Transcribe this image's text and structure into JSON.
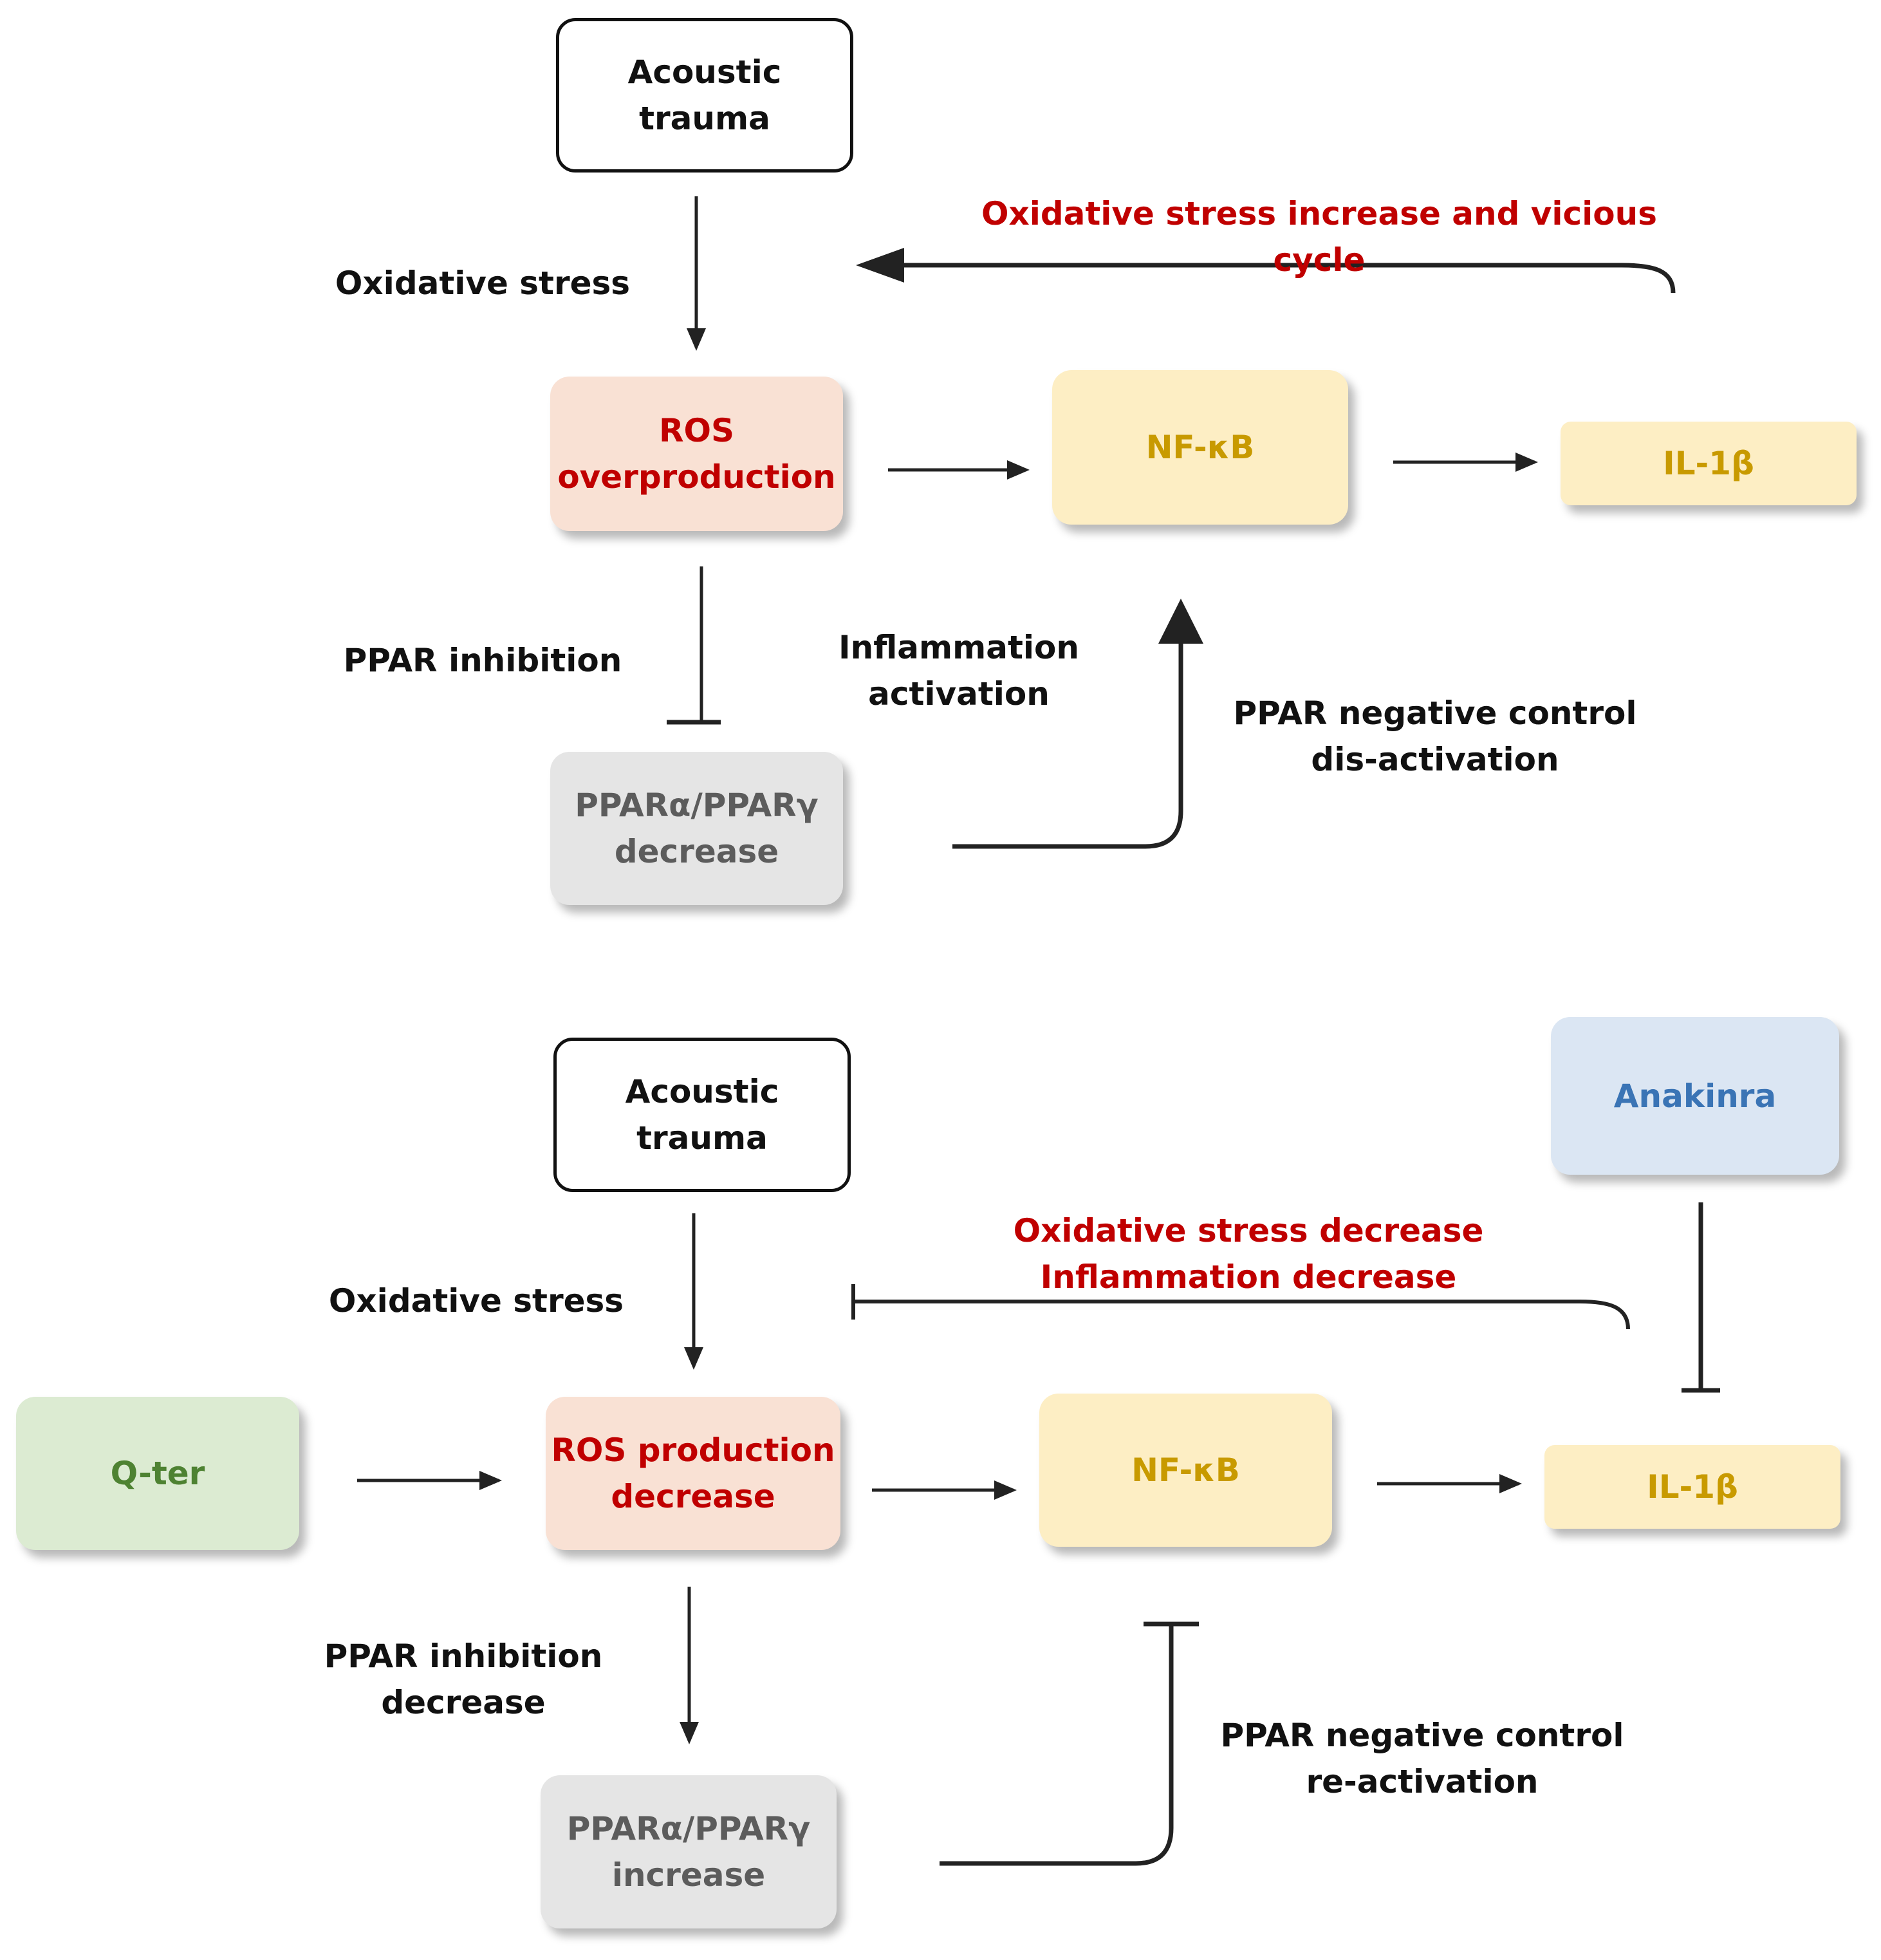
{
  "colors": {
    "arrow": "#222222",
    "red_text": "#c00000",
    "ros_fill": "#f9e1d4",
    "nf_fill": "#fdeec4",
    "nf_text": "#c89a00",
    "ppar_fill": "#e5e5e5",
    "ppar_text": "#5c5c5c",
    "qter_fill": "#dcebd2",
    "qter_text": "#4e8232",
    "anakinra_fill": "#dbe6f3",
    "anakinra_text": "#3a74b5"
  },
  "top": {
    "trauma": "Acoustic\ntrauma",
    "oxidative_stress": "Oxidative stress",
    "ros": "ROS\noverproduction",
    "nfkb": "NF-κB",
    "il1b": "IL-1β",
    "feedback": "Oxidative stress increase and vicious cycle",
    "ppar_inhibition": "PPAR inhibition",
    "inflammation": "Inflammation\nactivation",
    "ppar_box": "PPARα/PPARγ\ndecrease",
    "ppar_control": "PPAR negative control\ndis-activation"
  },
  "bottom": {
    "trauma": "Acoustic\ntrauma",
    "oxidative_stress": "Oxidative stress",
    "qter": "Q-ter",
    "ros": "ROS production\ndecrease",
    "nfkb": "NF-κB",
    "il1b": "IL-1β",
    "anakinra": "Anakinra",
    "feedback": "Oxidative stress decrease\nInflammation decrease",
    "ppar_inhibition": "PPAR inhibition\ndecrease",
    "ppar_box": "PPARα/PPARγ\nincrease",
    "ppar_control": "PPAR negative control\nre-activation"
  }
}
